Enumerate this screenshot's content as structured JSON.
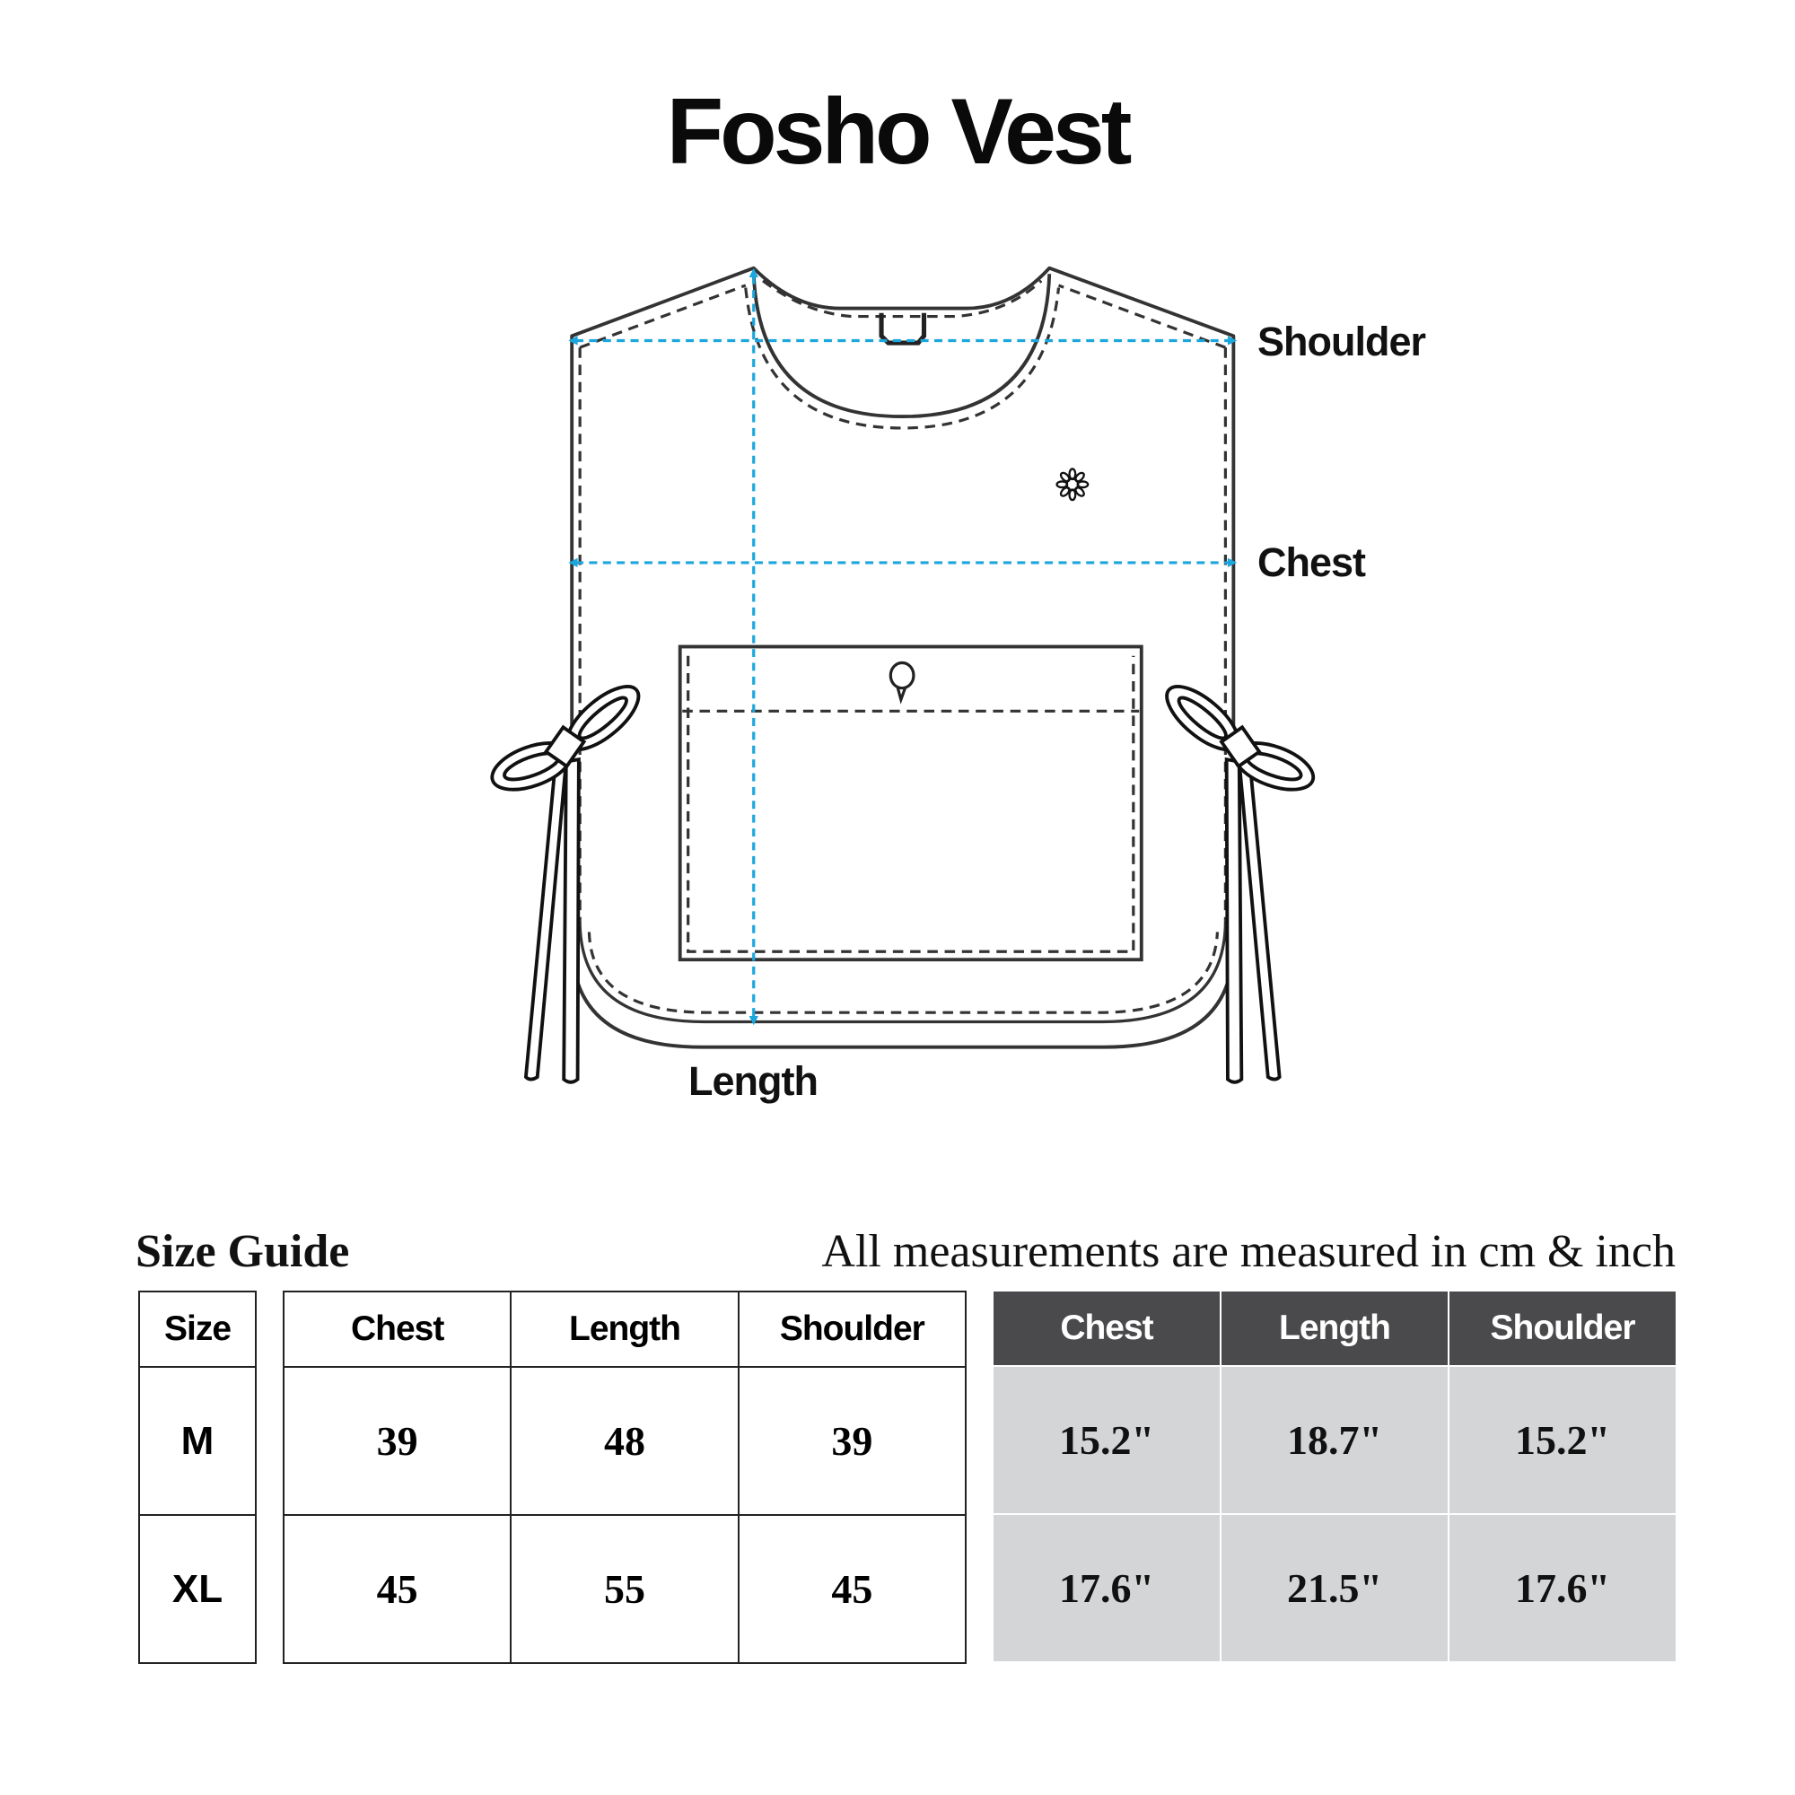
{
  "title": "Fosho Vest",
  "diagram": {
    "labels": {
      "shoulder": "Shoulder",
      "chest": "Chest",
      "length": "Length"
    },
    "measure_line_color": "#1ba6dd",
    "outline_color": "#333333"
  },
  "size_guide": {
    "heading": "Size Guide",
    "note": "All measurements are measured in cm & inch",
    "size_header": "Size",
    "sizes": [
      "M",
      "XL"
    ],
    "cm_table": {
      "headers": [
        "Chest",
        "Length",
        "Shoulder"
      ],
      "rows": [
        [
          "39",
          "48",
          "39"
        ],
        [
          "45",
          "55",
          "45"
        ]
      ]
    },
    "inch_table": {
      "headers": [
        "Chest",
        "Length",
        "Shoulder"
      ],
      "rows": [
        [
          "15.2\"",
          "18.7\"",
          "15.2\""
        ],
        [
          "17.6\"",
          "21.5\"",
          "17.6\""
        ]
      ],
      "header_bg": "#4a4a4c",
      "cell_bg": "#d4d5d7"
    }
  }
}
